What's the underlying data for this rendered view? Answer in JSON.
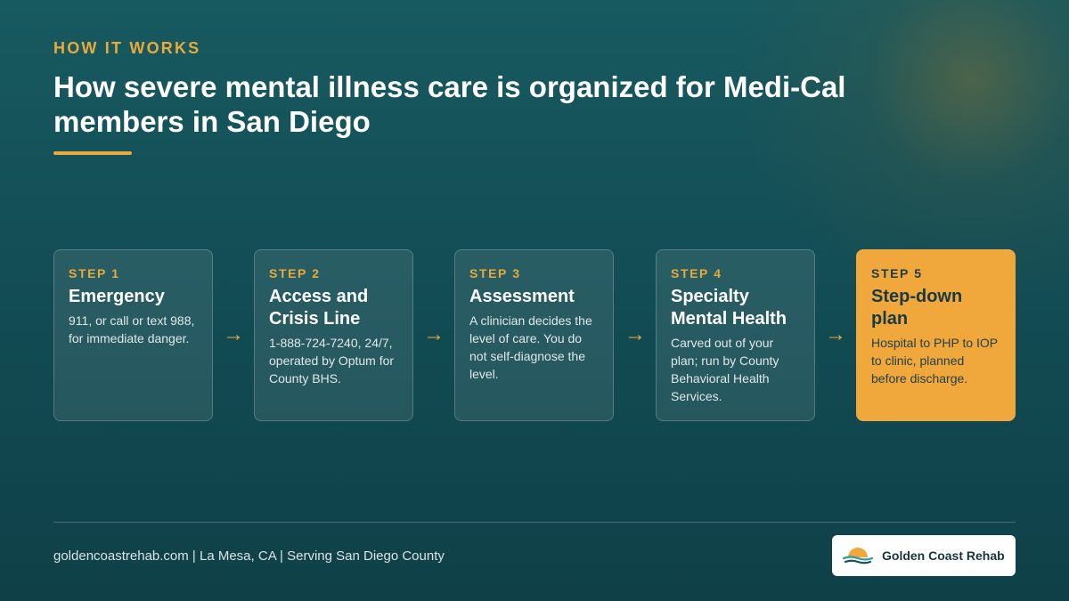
{
  "eyebrow": "HOW IT WORKS",
  "title": "How severe mental illness care is organized for Medi-Cal members in San Diego",
  "steps": [
    {
      "label": "STEP 1",
      "title": "Emergency",
      "desc": "911, or call or text 988, for immediate danger."
    },
    {
      "label": "STEP 2",
      "title": "Access and Crisis Line",
      "desc": "1-888-724-7240, 24/7, operated by Optum for County BHS."
    },
    {
      "label": "STEP 3",
      "title": "Assessment",
      "desc": "A clinician decides the level of care. You do not self-diagnose the level."
    },
    {
      "label": "STEP 4",
      "title": "Specialty Mental Health",
      "desc": "Carved out of your plan; run by County Behavioral Health Services."
    },
    {
      "label": "STEP 5",
      "title": "Step-down plan",
      "desc": "Hospital to PHP to IOP to clinic, planned before discharge."
    }
  ],
  "arrow_glyph": "→",
  "footer": {
    "text": "goldencoastrehab.com | La Mesa, CA | Serving San Diego County",
    "brand": "Golden Coast Rehab"
  },
  "colors": {
    "background": "#124a52",
    "accent": "#e9a93c",
    "highlight_card": "#f0a83c"
  },
  "icons": {
    "brand_logo": "sun-over-waves-logo",
    "connector": "right-arrow-icon"
  }
}
